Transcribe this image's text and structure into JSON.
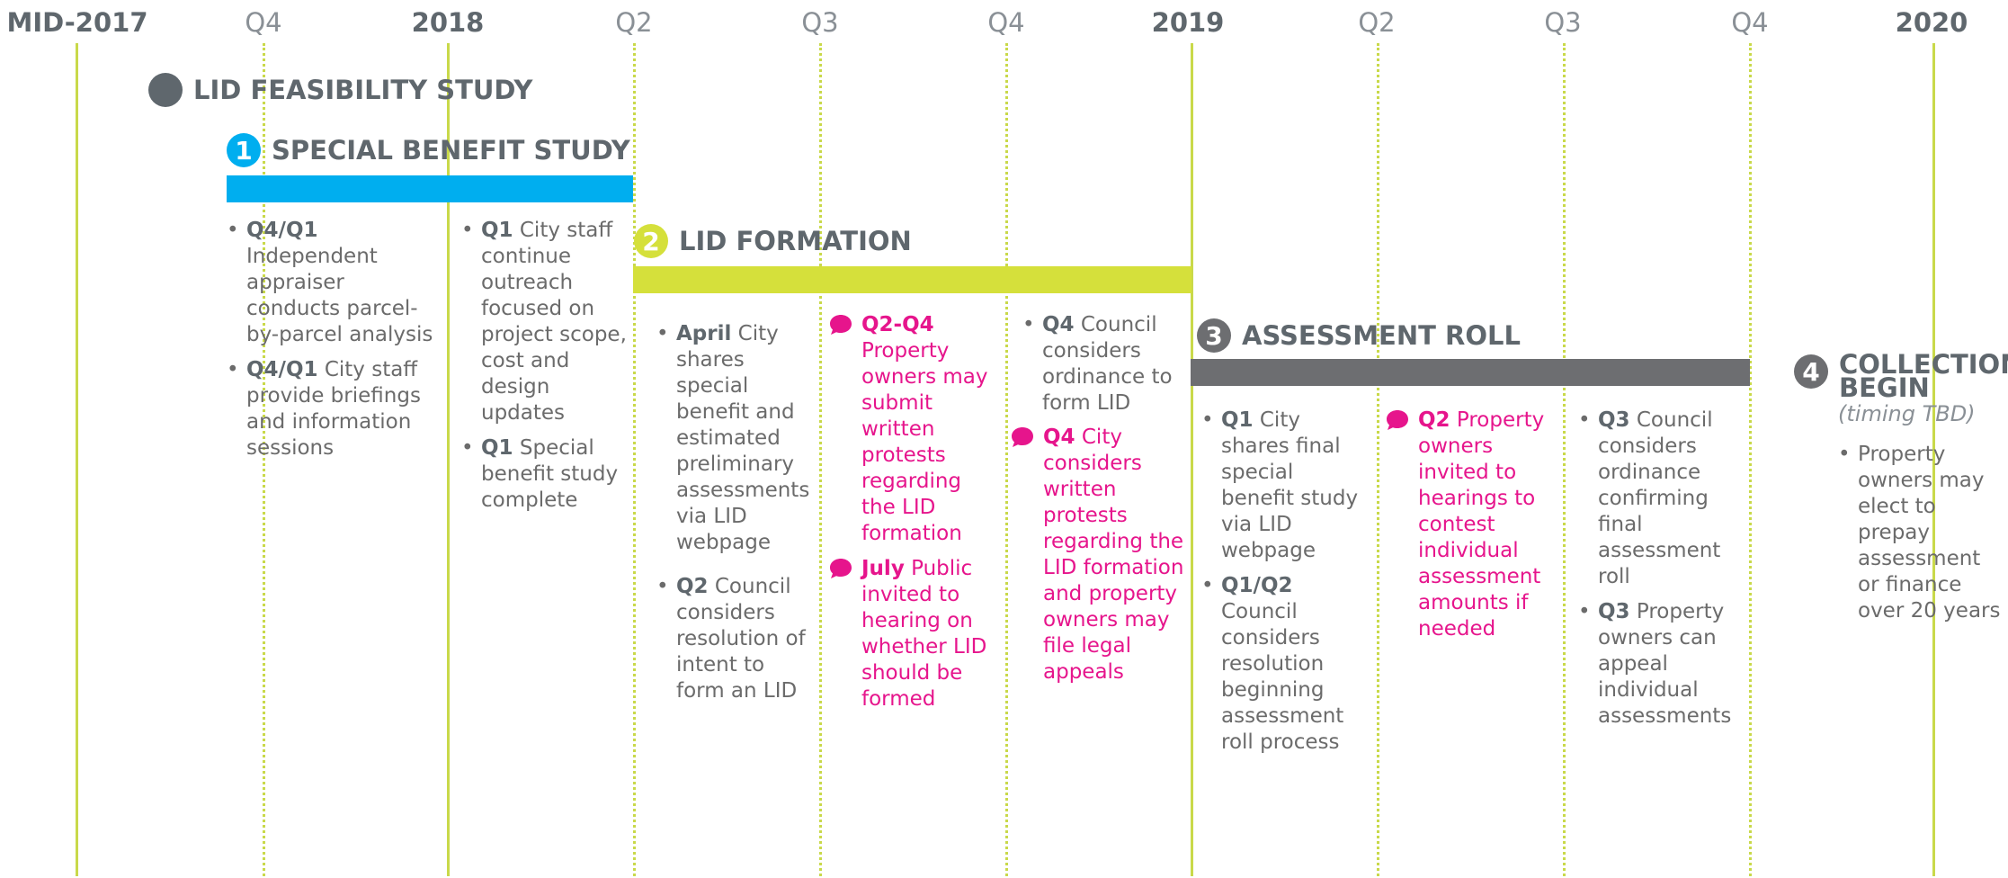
{
  "colors": {
    "phase1": "#00aeef",
    "phase2": "#d5e03b",
    "phase3": "#6d6e71",
    "feasibility": "#5f676d",
    "accent_pink": "#e6158c",
    "timeline_lines": "#c9d94a"
  },
  "timeline": {
    "mid2017": "MID-2017",
    "q4_2017": "Q4",
    "y2018": "2018",
    "q2_2018": "Q2",
    "q3_2018": "Q3",
    "q4_2018": "Q4",
    "y2019": "2019",
    "q2_2019": "Q2",
    "q3_2019": "Q3",
    "q4_2019": "Q4",
    "y2020": "2020"
  },
  "feasibility": {
    "title": "LID FEASIBILITY STUDY"
  },
  "phase1": {
    "number": "1",
    "title": "SPECIAL BENEFIT STUDY",
    "col1": [
      {
        "tag": "Q4/Q1",
        "text": " Independent appraiser conducts parcel-by-parcel analysis"
      },
      {
        "tag": "Q4/Q1",
        "text": " City staff provide briefings and information sessions"
      }
    ],
    "col2": [
      {
        "tag": "Q1",
        "text": " City staff continue outreach focused on project scope, cost and design updates"
      },
      {
        "tag": "Q1",
        "text": " Special benefit study complete"
      }
    ]
  },
  "phase2": {
    "number": "2",
    "title": "LID FORMATION",
    "col1": [
      {
        "tag": "April",
        "text": " City shares special benefit and estimated preliminary assessments via LID webpage"
      },
      {
        "tag": "Q2",
        "text": " Council considers resolution of intent to form an LID"
      }
    ],
    "col2": [
      {
        "tag": "Q2-Q4",
        "text": " Property owners may submit written protests regarding the LID formation"
      },
      {
        "tag": "July",
        "text": " Public invited to hearing on whether LID should be formed"
      }
    ],
    "col3": [
      {
        "tag": "Q4",
        "text": " Council considers ordinance to form LID"
      }
    ],
    "col3_pink": [
      {
        "tag": "Q4",
        "text": " City considers written protests regarding the LID formation and property owners may file legal appeals"
      }
    ]
  },
  "phase3": {
    "number": "3",
    "title": "ASSESSMENT ROLL",
    "col1": [
      {
        "tag": "Q1",
        "text": " City shares final special benefit study via LID webpage"
      },
      {
        "tag": "Q1/Q2",
        "text": " Council considers resolution beginning assessment roll process"
      }
    ],
    "col2": [
      {
        "tag": "Q2",
        "text": " Property owners invited to hearings to contest individual assessment amounts if needed"
      }
    ],
    "col3": [
      {
        "tag": "Q3",
        "text": " Council considers ordinance confirming final assessment roll"
      },
      {
        "tag": "Q3",
        "text": " Property owners can appeal individual assessments"
      }
    ]
  },
  "phase4": {
    "number": "4",
    "title_line1": "COLLECTIONS",
    "title_line2": "BEGIN",
    "subtitle": "(timing TBD)",
    "col1": [
      {
        "tag": "",
        "text": "Property owners may elect to prepay assessment or finance over 20 years"
      }
    ]
  }
}
